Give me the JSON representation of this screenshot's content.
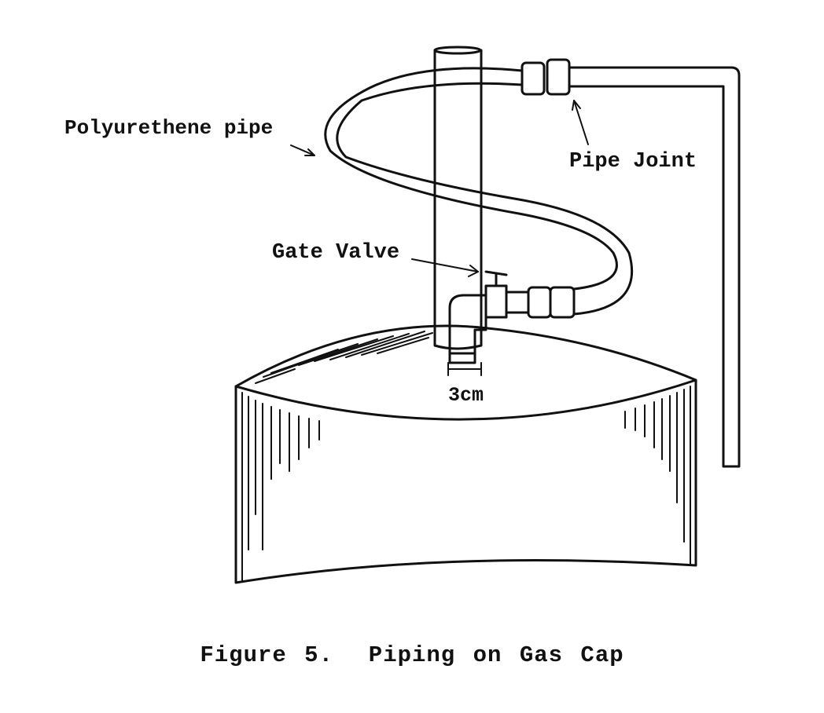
{
  "figure": {
    "labels": {
      "polyurethene_pipe": "Polyurethene pipe",
      "pipe_joint": "Pipe Joint",
      "gate_valve": "Gate Valve",
      "dimension": "3cm"
    },
    "caption": "Figure 5.  Piping on Gas Cap"
  }
}
